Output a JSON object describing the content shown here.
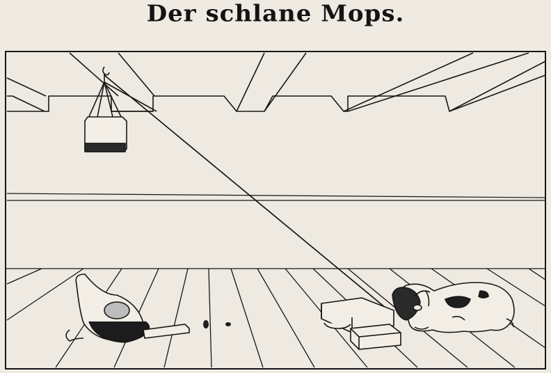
{
  "title": "Der schlane Mops.",
  "colors": {
    "paper": "#efebe3",
    "ink": "#161616",
    "wall": "#eeeae2"
  },
  "objects": {
    "hanging_weight": "hanging-weight",
    "bellows": "bellows",
    "pug": "pug",
    "cushion": "cushion",
    "brick": "brick"
  }
}
